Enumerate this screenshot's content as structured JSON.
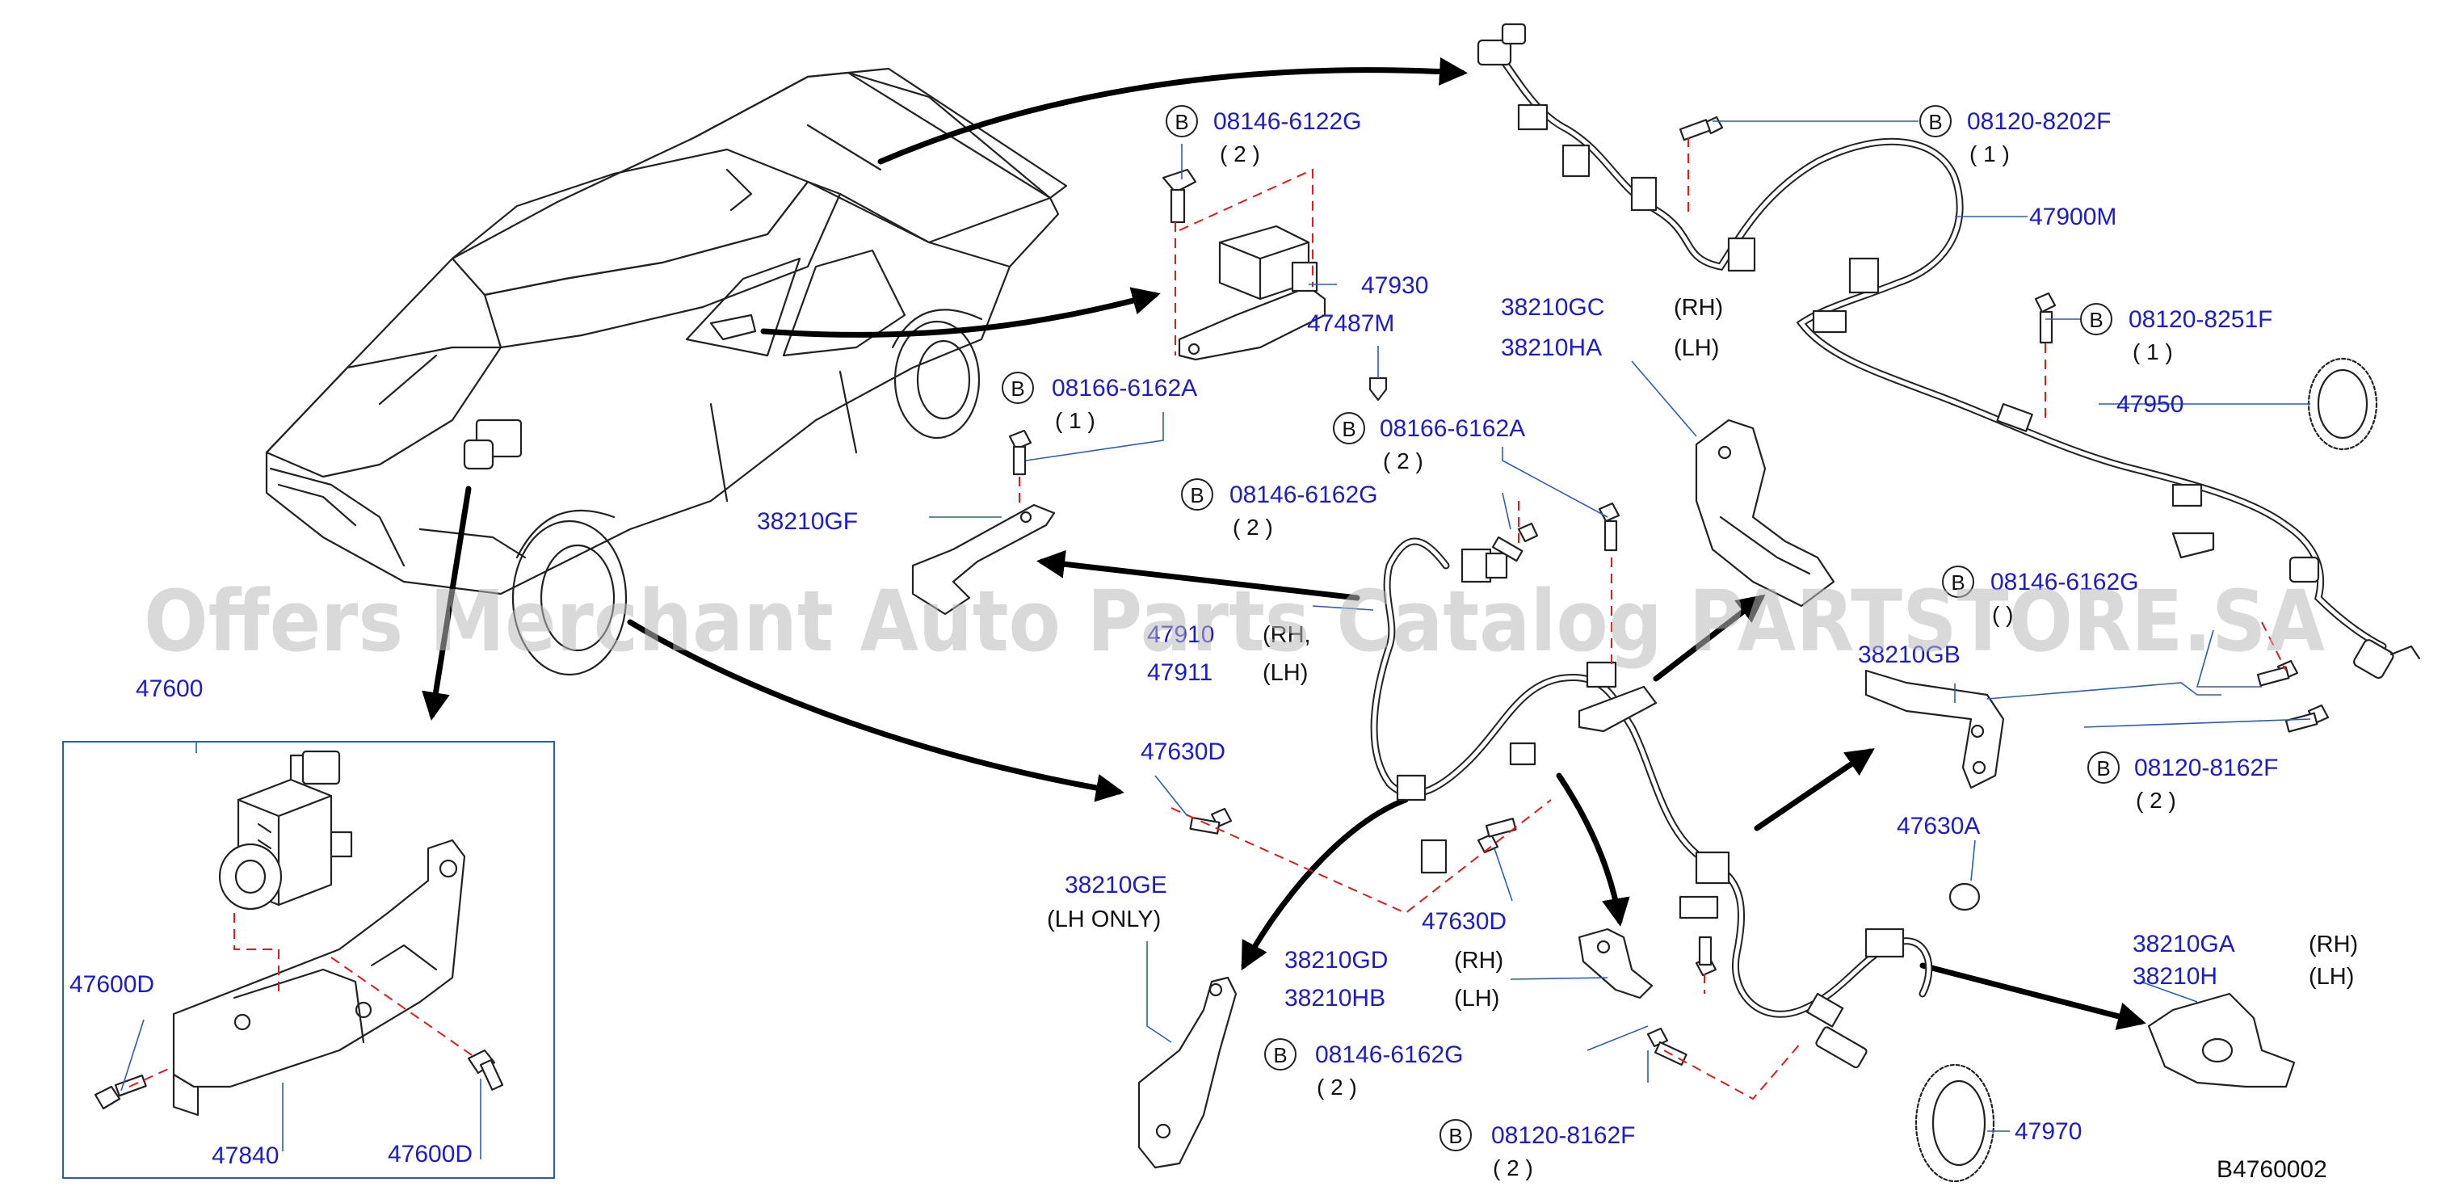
{
  "diagram_id": "B4760002",
  "watermark": "Offers Merchant Auto Parts Catalog PARTSTORE.SA",
  "bolt_symbol": "B",
  "labels": {
    "p47600": "47600",
    "p47600D_left": "47600D",
    "p47600D_bottom": "47600D",
    "p47840": "47840",
    "p08146_6122G": "08146-6122G",
    "p47930": "47930",
    "p47487M": "47487M",
    "p08166_6162A_left": "08166-6162A",
    "p08166_6162A_right": "08166-6162A",
    "p38210GF": "38210GF",
    "p08146_6162G_top": "08146-6162G",
    "p47910": "47910",
    "p47911": "47911",
    "p38210GC": "38210GC",
    "p38210HA": "38210HA",
    "p08120_8202F": "08120-8202F",
    "p47900M": "47900M",
    "p08120_8251F": "08120-8251F",
    "p47950": "47950",
    "p08146_6162G_right": "08146-6162G",
    "p38210GB": "38210GB",
    "p08120_8162F_right": "08120-8162F",
    "p47630D_top": "47630D",
    "p47630D_bottom": "47630D",
    "p38210GE": "38210GE",
    "p38210GD": "38210GD",
    "p38210HB": "38210HB",
    "p08146_6162G_bottom": "08146-6162G",
    "p08120_8162F_bottom": "08120-8162F",
    "p47630A": "47630A",
    "p38210GA": "38210GA",
    "p38210H": "38210H",
    "p47970": "47970"
  },
  "quantities": {
    "q08146_6122G": "( 2 )",
    "q08166_6162A_left": "( 1 )",
    "q08166_6162A_right": "( 2 )",
    "q08146_6162G_top": "( 2 )",
    "q08120_8202F": "( 1 )",
    "q08120_8251F": "( 1 )",
    "q08146_6162G_right": "( )",
    "q08120_8162F_right": "( 2 )",
    "q08146_6162G_bottom": "( 2 )",
    "q08120_8162F_bottom": "( 2 )"
  },
  "sides": {
    "rh": "(RH)",
    "lh": "(LH)",
    "rh_comma": "(RH,",
    "lh_only": "(LH   ONLY)"
  }
}
